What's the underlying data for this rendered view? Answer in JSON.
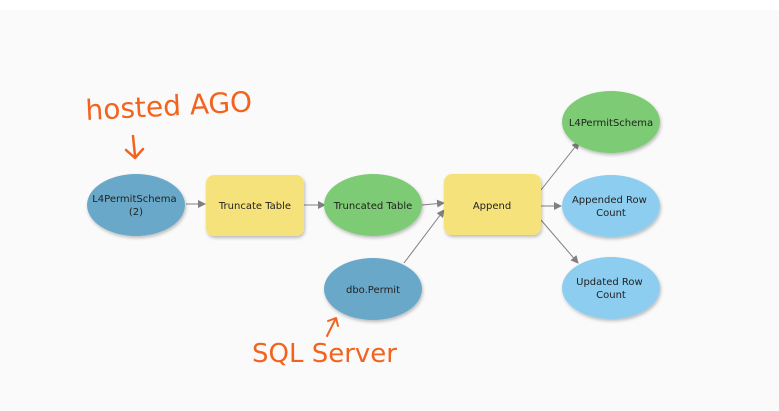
{
  "colors": {
    "canvas": "#fafafa",
    "input_node": "#6aa8c9",
    "tool_node": "#f5e27a",
    "output_node": "#7dcb75",
    "derived_node": "#8ccdf0",
    "connector": "#808080",
    "annotation": "#f2641e"
  },
  "nodes": [
    {
      "id": "l4-schema-2",
      "lines": [
        "L4PermitSchema",
        "(2)"
      ]
    },
    {
      "id": "truncate-table",
      "lines": [
        "Truncate Table"
      ]
    },
    {
      "id": "truncated-table",
      "lines": [
        "Truncated Table"
      ]
    },
    {
      "id": "dbo-permit",
      "lines": [
        "dbo.Permit"
      ]
    },
    {
      "id": "append",
      "lines": [
        "Append"
      ]
    },
    {
      "id": "l4-schema-out",
      "lines": [
        "L4PermitSchema"
      ]
    },
    {
      "id": "appended-row-count",
      "lines": [
        "Appended Row",
        "Count"
      ]
    },
    {
      "id": "updated-row-count",
      "lines": [
        "Updated Row",
        "Count"
      ]
    }
  ],
  "annotations": {
    "hosted": "hosted AGO",
    "sql": "SQL Server"
  }
}
